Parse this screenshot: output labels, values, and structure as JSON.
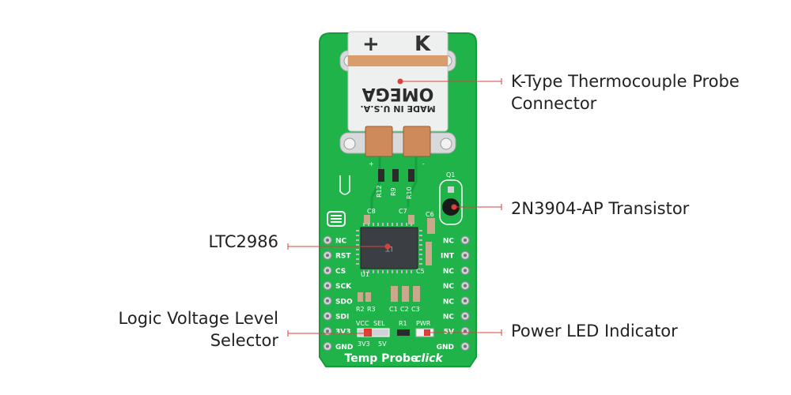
{
  "board": {
    "name": "Temp Probe",
    "suffix": "click",
    "connector_brand": "OMEGA",
    "connector_origin": "MADE IN U.S.A.",
    "connector_polarity": [
      "+",
      "K"
    ],
    "chip_marking": "LT",
    "left_pins": [
      "NC",
      "RST",
      "CS",
      "SCK",
      "SDO",
      "SDI",
      "3V3",
      "GND"
    ],
    "right_pins": [
      "NC",
      "INT",
      "NC",
      "NC",
      "NC",
      "NC",
      "5V",
      "GND"
    ],
    "silkscreen": {
      "plus": "+",
      "minus": "-",
      "r12": "R12",
      "r9": "R9",
      "r10": "R10",
      "c8": "C8",
      "c7": "C7",
      "c6": "C6",
      "c5": "C5",
      "c1": "C1",
      "c2": "C2",
      "c3": "C3",
      "r2": "R2",
      "r3": "R3",
      "r1": "R1",
      "u1": "U1",
      "q1": "Q1",
      "vcc": "VCC",
      "sel": "SEL",
      "v3": "3V3",
      "v5": "5V",
      "pwr": "PWR"
    },
    "colors": {
      "pcb": "#1fb34a",
      "pcb_edge": "#169a3c",
      "pad": "#cfd3d6",
      "led": "#e8322e",
      "callout_line": "#d9433c"
    }
  },
  "callouts": [
    {
      "id": "connector",
      "lines": [
        "K-Type Thermocouple Probe",
        "Connector"
      ]
    },
    {
      "id": "transistor",
      "lines": [
        "2N3904-AP Transistor"
      ]
    },
    {
      "id": "ltc",
      "lines": [
        "LTC2986"
      ]
    },
    {
      "id": "voltage",
      "lines": [
        "Logic Voltage Level",
        "Selector"
      ]
    },
    {
      "id": "power",
      "lines": [
        "Power LED Indicator"
      ]
    }
  ]
}
